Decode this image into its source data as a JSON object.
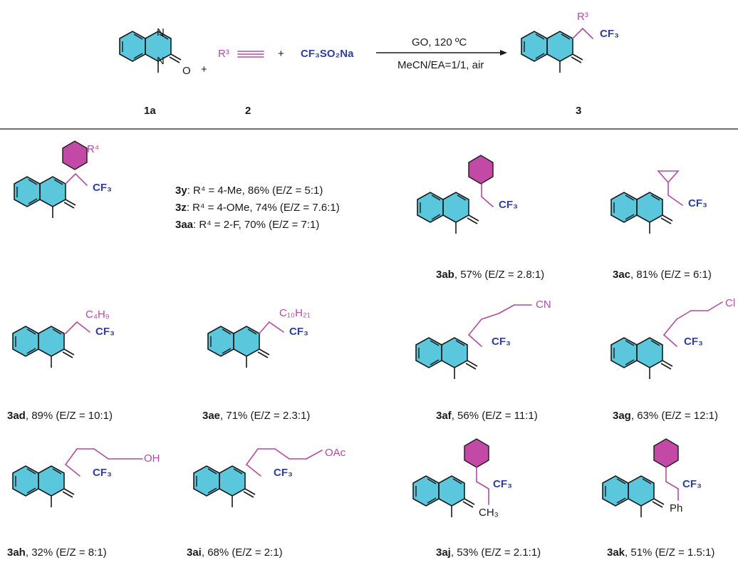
{
  "colors": {
    "cf3_blue": "#2e3f99",
    "substituent_pink": "#b04ca3",
    "ring_cyan": "#5bc7dd",
    "ring_magenta": "#c24aa6",
    "text": "#1a1a1a"
  },
  "scheme": {
    "reactant_1": {
      "id": "1a",
      "atoms": {
        "n_top": "N",
        "n_bottom": "N",
        "oxygen": "O"
      }
    },
    "reactant_2": {
      "id": "2",
      "label": "R³"
    },
    "reagent": {
      "label": "CF₃SO₂Na"
    },
    "plus": "+",
    "conditions_top": "GO, 120 ºC",
    "conditions_bottom": "MeCN/EA=1/1, air",
    "product": {
      "id": "3",
      "r_label": "R³",
      "cf3": "CF₃"
    }
  },
  "compounds": [
    {
      "key": "aryl",
      "substituent": "R⁴",
      "cf3": "CF₃",
      "notes": [
        {
          "id": "3y",
          "text": ": R⁴ = 4-Me, 86% (E/Z = 5:1)"
        },
        {
          "id": "3z",
          "text": ": R⁴ = 4-OMe, 74% (E/Z = 7.6:1)"
        },
        {
          "id": "3aa",
          "text": ": R⁴ = 2-F, 70% (E/Z = 7:1)"
        }
      ]
    },
    {
      "id": "3ab",
      "caption": ", 57% (E/Z = 2.8:1)",
      "cf3": "CF₃"
    },
    {
      "id": "3ac",
      "caption": ", 81% (E/Z = 6:1)",
      "cf3": "CF₃"
    },
    {
      "id": "3ad",
      "caption": ", 89% (E/Z = 10:1)",
      "substituent": "C₄H₉",
      "cf3": "CF₃"
    },
    {
      "id": "3ae",
      "caption": ", 71% (E/Z = 2.3:1)",
      "substituent": "C₁₀H₂₁",
      "cf3": "CF₃"
    },
    {
      "id": "3af",
      "caption": ", 56% (E/Z = 11:1)",
      "substituent": "CN",
      "cf3": "CF₃"
    },
    {
      "id": "3ag",
      "caption": ", 63% (E/Z = 12:1)",
      "substituent": "Cl",
      "cf3": "CF₃"
    },
    {
      "id": "3ah",
      "caption": ", 32% (E/Z = 8:1)",
      "substituent": "OH",
      "cf3": "CF₃"
    },
    {
      "id": "3ai",
      "caption": ", 68% (E/Z = 2:1)",
      "substituent": "OAc",
      "cf3": "CF₃"
    },
    {
      "id": "3aj",
      "caption": ", 53% (E/Z = 2.1:1)",
      "cf3": "CF₃",
      "extra": "CH₃"
    },
    {
      "id": "3ak",
      "caption": ", 51% (E/Z = 1.5:1)",
      "cf3": "CF₃",
      "extra": "Ph"
    }
  ]
}
